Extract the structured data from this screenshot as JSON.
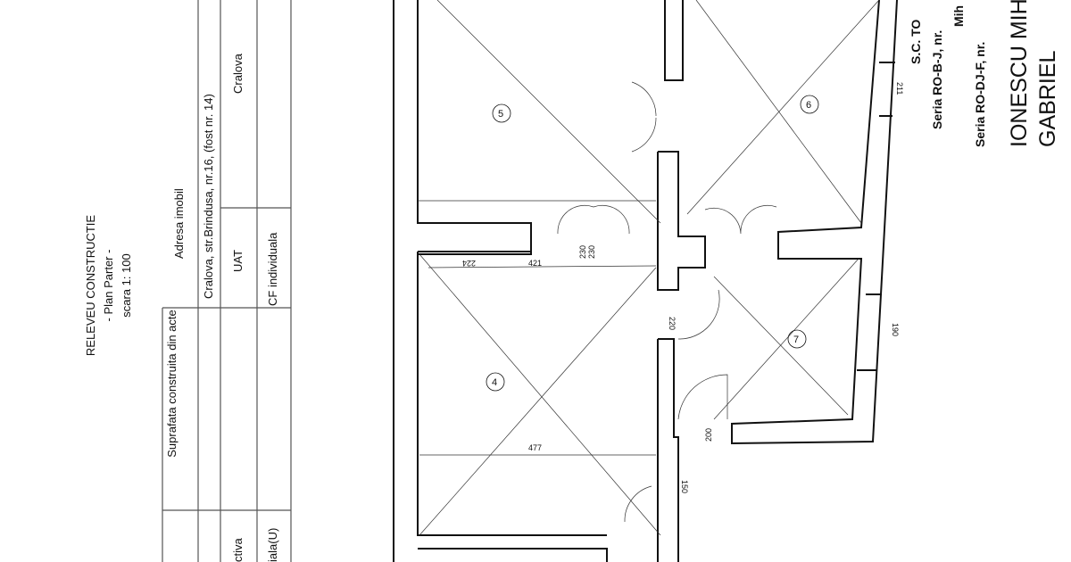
{
  "title": {
    "line1": "RELEVEU  CONSTRUCTIE",
    "line2": "- Plan Parter -",
    "line3": "scara 1: 100"
  },
  "table": {
    "header_address": "Adresa imobil",
    "header_area": "Suprafata construita din acte",
    "address_value": "Cralova, str.Brindusa, nr.16, (fost nr. 14)",
    "uat_label": "UAT",
    "uat_value": "Cralova",
    "cf_label": "CF individuala",
    "partial_cell_1": "ctiva",
    "partial_cell_2": "iala(U)"
  },
  "plan": {
    "rooms": [
      "5",
      "6",
      "4",
      "7"
    ],
    "dimensions": [
      "477",
      "421",
      "224",
      "230",
      "230",
      "220",
      "150",
      "190",
      "200",
      "211"
    ]
  },
  "signature": {
    "company": "S.C. TO",
    "series1": "Seria RO-B-J, nr.",
    "series1b": "Mih",
    "series2": "Seria RO-DJ-F, nr.",
    "name1": "IONESCU MIHA",
    "name2": "GABRIEL"
  }
}
